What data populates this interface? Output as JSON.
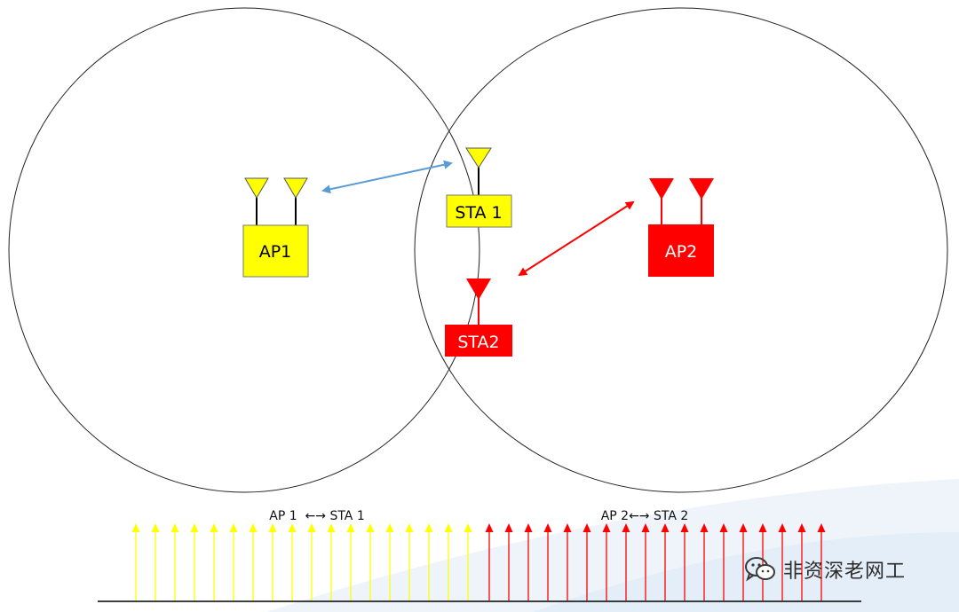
{
  "diagram": {
    "nodes": {
      "ap1": {
        "label": "AP1",
        "color": "#ffff00"
      },
      "sta1": {
        "label": "STA 1",
        "color": "#ffff00"
      },
      "ap2": {
        "label": "AP2",
        "color": "#ff0000"
      },
      "sta2": {
        "label": "STA2",
        "color": "#ff0000"
      }
    },
    "links": {
      "ap1_sta1": {
        "color": "#5b9bd5"
      },
      "ap2_sta2": {
        "color": "#ff0000"
      }
    },
    "coverage_circles": [
      "AP1",
      "AP2"
    ]
  },
  "timeline": {
    "segment1": {
      "label": "AP 1  ←→ STA 1",
      "color": "#ffff00",
      "arrow_count": 18
    },
    "segment2": {
      "label": "AP 2←→ STA 2",
      "color": "#ff0000",
      "arrow_count": 18
    }
  },
  "watermark": {
    "text": "非资深老网工",
    "icon": "wechat-icon"
  }
}
